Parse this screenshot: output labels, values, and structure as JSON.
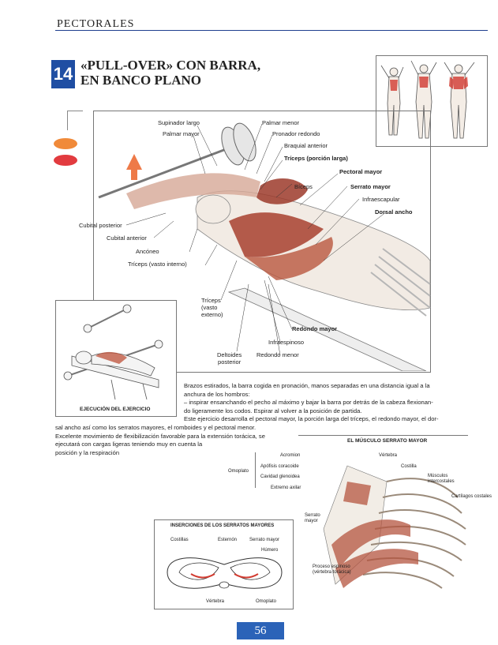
{
  "header": {
    "section": "PECTORALES"
  },
  "exercise": {
    "number": "14",
    "title_line1": "«PULL-OVER» CON BARRA,",
    "title_line2": "EN BANCO PLANO"
  },
  "main_figure": {
    "labels": {
      "supinador_largo": "Supinador largo",
      "palmar_mayor": "Palmar mayor",
      "palmar_menor": "Palmar menor",
      "pronador_redondo": "Pronador redondo",
      "braquial_anterior": "Braquial anterior",
      "triceps_larga": "Tríceps (porción larga)",
      "pectoral_mayor": "Pectoral mayor",
      "biceps": "Bíceps",
      "serrato_mayor": "Serrato mayor",
      "infraescapular": "Infraescapular",
      "dorsal_ancho": "Dorsal ancho",
      "cubital_posterior": "Cubital posterior",
      "cubital_anterior": "Cubital anterior",
      "anconeo": "Ancóneo",
      "triceps_interno": "Tríceps (vasto interno)",
      "triceps_externo_1": "Tríceps",
      "triceps_externo_2": "(vasto",
      "triceps_externo_3": "externo)",
      "redondo_mayor": "Redondo mayor",
      "infraespinoso": "Infraespinoso",
      "deltoides_1": "Deltoides",
      "deltoides_2": "posterior",
      "redondo_menor": "Redondo menor"
    }
  },
  "inset": {
    "caption": "EJECUCIÓN DEL EJERCICIO"
  },
  "description": {
    "line1": "Brazos estirados, la barra cogida en pronación, manos separadas en una distancia igual a la",
    "line2": "anchura de los hombros:",
    "line3": "– inspirar ensanchando el pecho al máximo y bajar la barra por detrás de la cabeza flexionan-",
    "line4": "do ligeramente los codos. Espirar al volver a la posición de partida.",
    "line5": "Este ejercicio desarrolla el pectoral mayor, la porción larga del tríceps, el redondo mayor, el dor-",
    "line6": "sal ancho así como los serratos mayores, el romboides y el pectoral menor.",
    "line7": "Excelente movimiento de flexibilización favorable para la extensión torácica, se",
    "line8": "ejecutará con cargas ligeras teniendo muy en cuenta la",
    "line9": "posición y la respiración"
  },
  "serrato_figure": {
    "title": "EL MÚSCULO SERRATO MAYOR",
    "omoplato": "Omoplato",
    "acromion": "Acromion",
    "apofisis": "Apófisis coracoide",
    "cavidad": "Cavidad glenoidea",
    "extremo": "Extremo axilar",
    "vertebra": "Vértebra",
    "costilla": "Costilla",
    "musculos_1": "Músculos",
    "musculos_2": "intercostales",
    "cartilagos": "Cartílagos costales",
    "serrato_1": "Serrato",
    "serrato_2": "mayor",
    "proceso_1": "Proceso espinoso",
    "proceso_2": "(vértebra torácica)"
  },
  "inserciones": {
    "title": "INSERCIONES DE LOS SERRATOS MAYORES",
    "costillas": "Costillas",
    "esternon": "Esternón",
    "serrato": "Serrato mayor",
    "humero": "Húmero",
    "vertebra": "Vértebra",
    "omoplato": "Omoplato"
  },
  "page_number": "56",
  "colors": {
    "accent_blue": "#1f4ea3",
    "page_blue": "#2b63b8",
    "orange_dot": "#f08a3a",
    "red_dot": "#e23b3f",
    "muscle": "#a8412f"
  }
}
